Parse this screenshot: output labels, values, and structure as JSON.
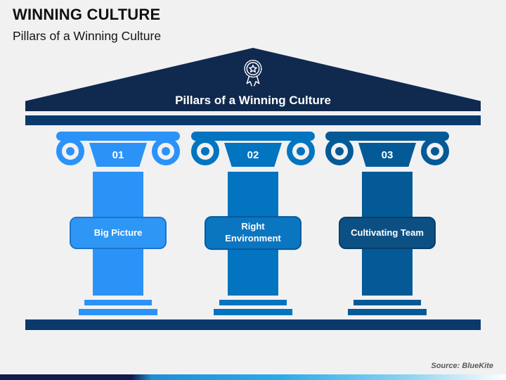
{
  "header": {
    "title": "WINNING CULTURE",
    "subtitle": "Pillars of a Winning Culture"
  },
  "temple": {
    "banner_title": "Pillars of a Winning Culture",
    "icon": "award-medal-icon"
  },
  "pillars": [
    {
      "number": "01",
      "label": "Big Picture",
      "colors": {
        "main": "#2B93F7",
        "pill_fill": "#2E96F5",
        "pill_border": "#1E73CC"
      }
    },
    {
      "number": "02",
      "label": "Right Environment",
      "colors": {
        "main": "#0374C0",
        "pill_fill": "#0B76C0",
        "pill_border": "#0559A0"
      }
    },
    {
      "number": "03",
      "label": "Cultivating Team",
      "colors": {
        "main": "#045A97",
        "pill_fill": "#0C5083",
        "pill_border": "#093F6B"
      }
    }
  ],
  "footer": {
    "source": "Source: BlueKite"
  },
  "colors": {
    "background": "#F1F1F2",
    "pediment": "#10294E",
    "beam": "#0A3A6C",
    "accent_navy": "#111B4D",
    "accent_blue": "#1E8FD5",
    "accent_cyan": "#29ABE8",
    "accent_light": "#8AD2F0",
    "accent_white": "#FFFFFF"
  }
}
